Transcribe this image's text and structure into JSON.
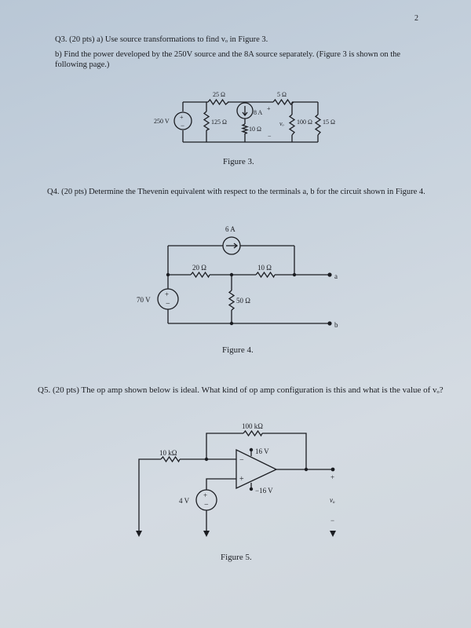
{
  "page_number": "2",
  "q3": {
    "line_a": "Q3. (20 pts) a) Use source transformations to find vₒ in Figure 3.",
    "line_b": "b) Find the power developed by the 250V source and the 8A source separately. (Figure 3 is shown on the following page.)",
    "caption": "Figure 3.",
    "labels": {
      "v_source": "250 V",
      "r25": "25 Ω",
      "r125": "125 Ω",
      "i_source": "8 A",
      "r10": "10 Ω",
      "r5": "5 Ω",
      "vo": "vₒ",
      "r100": "100 Ω",
      "r15": "15 Ω",
      "plus": "+",
      "minus": "−"
    }
  },
  "q4": {
    "text": "Q4. (20 pts) Determine the Thevenin equivalent with respect to the terminals a, b for the circuit shown in Figure 4.",
    "caption": "Figure 4.",
    "labels": {
      "i_source": "6 A",
      "r20": "20 Ω",
      "r10": "10 Ω",
      "v_source": "70 V",
      "r50": "50 Ω",
      "term_a": "a",
      "term_b": "b"
    }
  },
  "q5": {
    "text": "Q5. (20 pts) The op amp shown below is ideal. What kind of op amp configuration is this and what is the value of vₒ?",
    "caption": "Figure 5.",
    "labels": {
      "rf": "100 kΩ",
      "rin": "10 kΩ",
      "v_source": "4 V",
      "vpos": "16 V",
      "vneg": "−16 V",
      "vo": "vₒ",
      "plus": "+",
      "minus": "−"
    }
  }
}
